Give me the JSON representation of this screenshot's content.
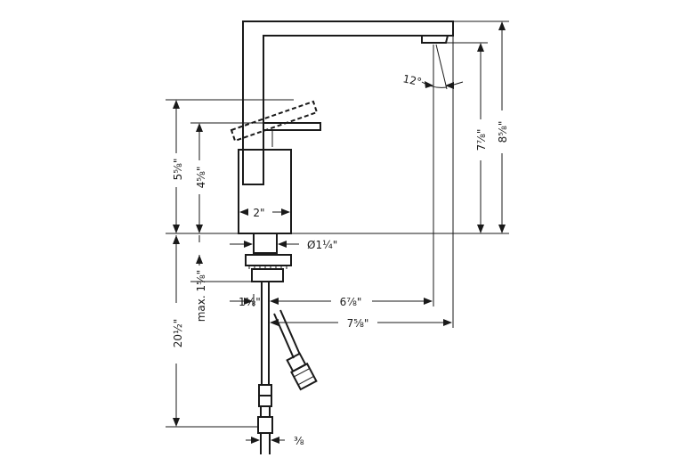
{
  "dimensions": {
    "spout_height": "8⅝\"",
    "outlet_height": "7⅞\"",
    "lever_height": "5⅝\"",
    "body_height": "4⅝\"",
    "body_width": "2\"",
    "shank_diameter": "Ø1¼\"",
    "max_deck": "max. 1⅝\"",
    "below_deck": "20½\"",
    "shank_offset": "1⅛\"",
    "reach_outlet": "6⅞\"",
    "reach_total": "7⅝\"",
    "connection": "⅜",
    "spray_angle": "12°"
  }
}
